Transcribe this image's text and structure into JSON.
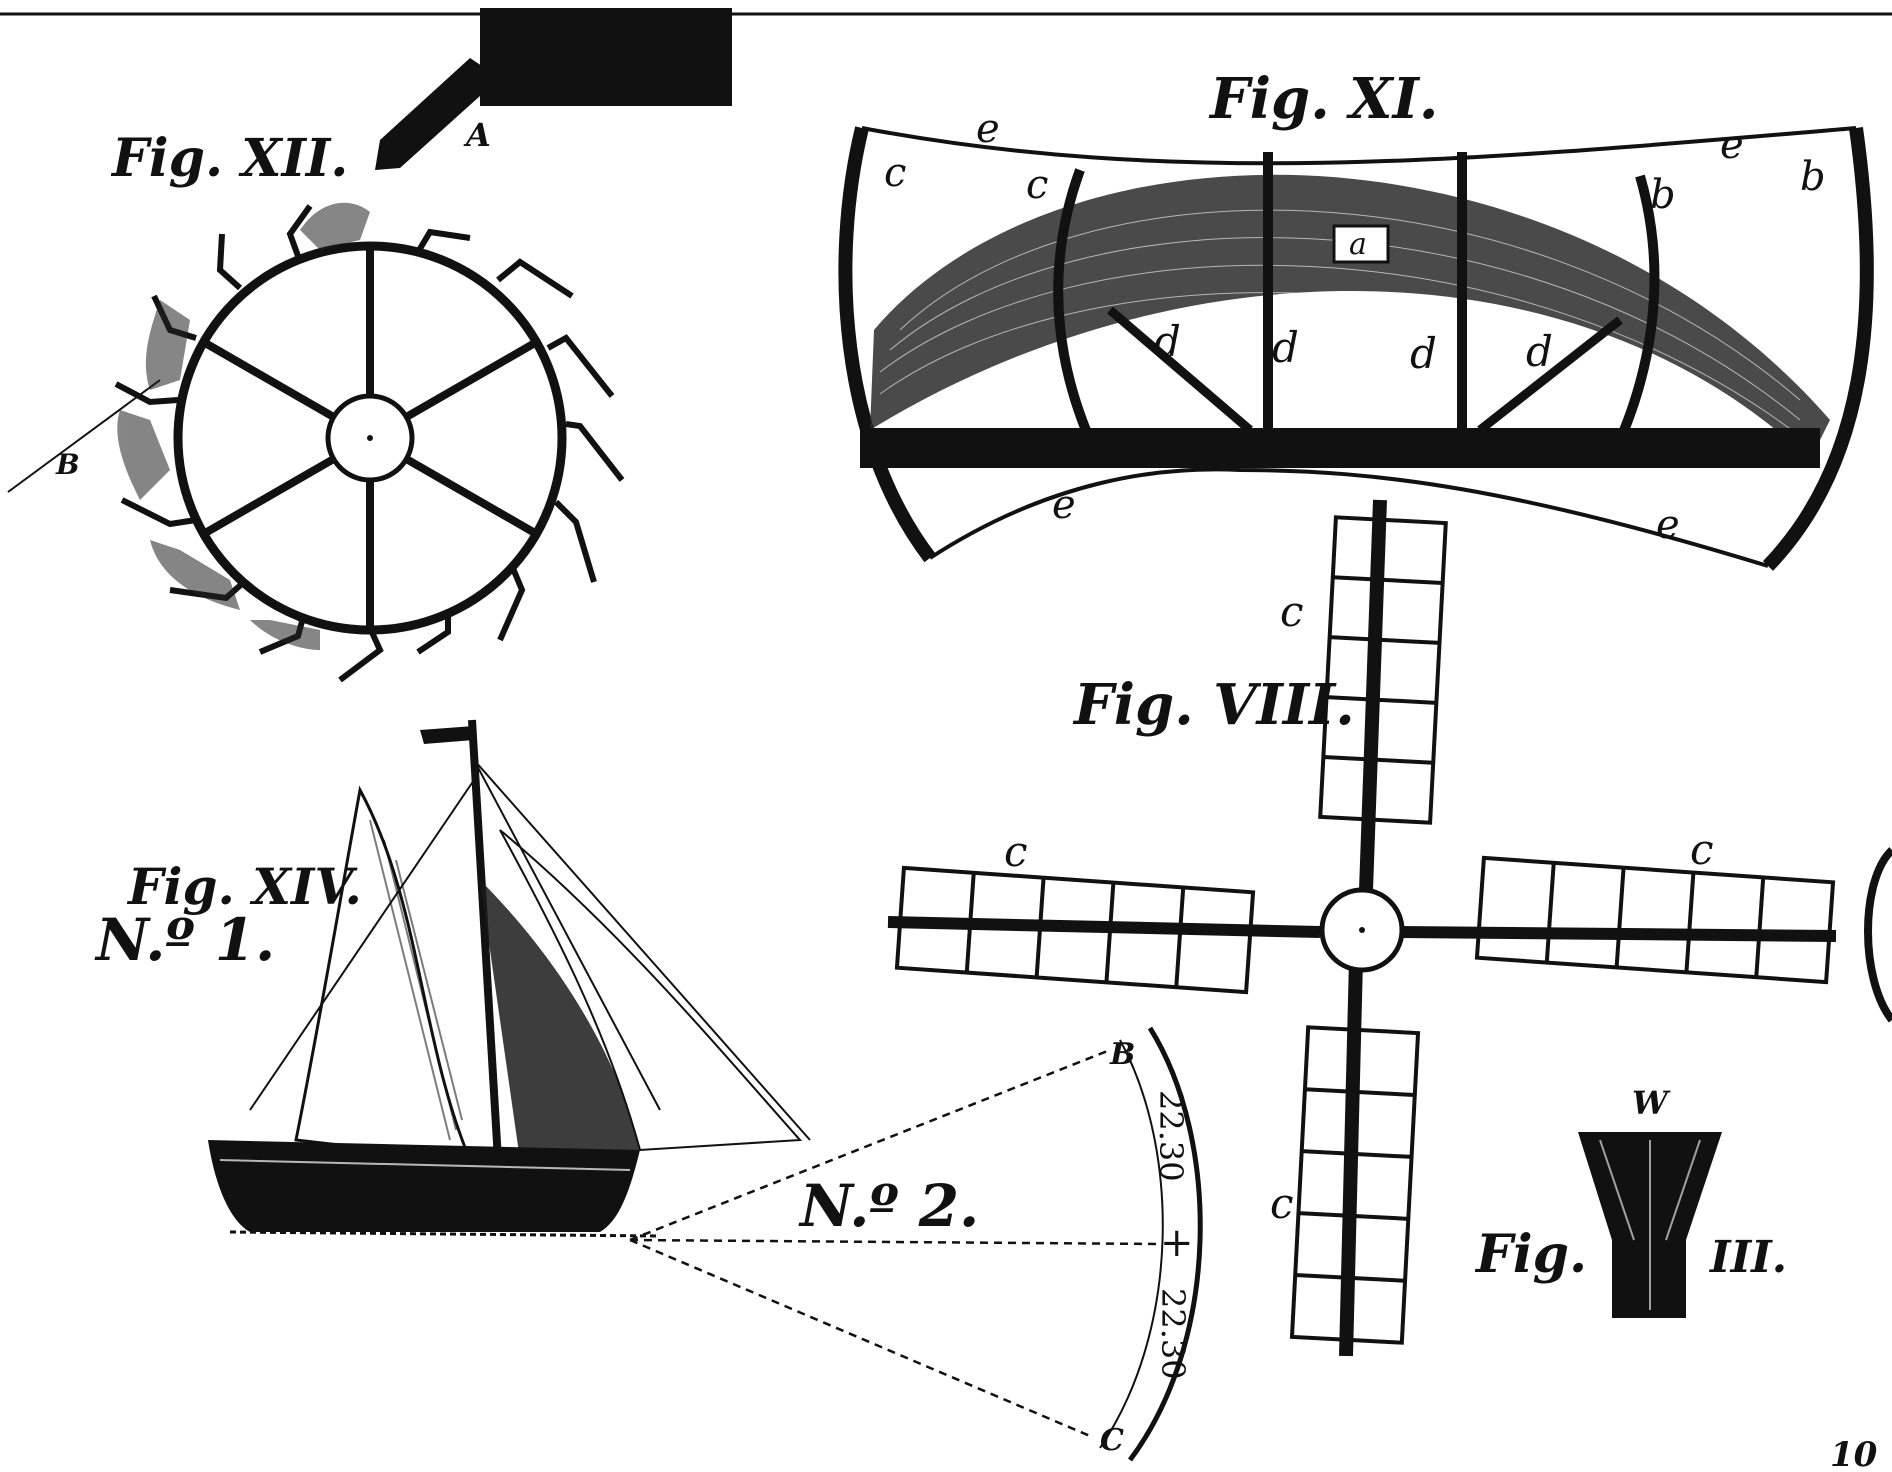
{
  "figures": {
    "fig11": {
      "title": "Fig. XI.",
      "letters": {
        "a": "a",
        "b": "b",
        "c": "c",
        "d": "d",
        "e": "e"
      }
    },
    "fig12": {
      "title": "Fig. XII.",
      "letters": {
        "A": "A",
        "B": "B"
      }
    },
    "fig8": {
      "title": "Fig. VIII.",
      "letters": {
        "c": "c"
      }
    },
    "fig14": {
      "title": "Fig. XIV.",
      "no1": "N.º 1.",
      "no2": "N.º 2.",
      "protractor": {
        "top": "B",
        "bottom": "C",
        "upper_scale": "22.30",
        "mid_mark": "+",
        "lower_scale": "22.30"
      }
    },
    "fig3": {
      "title_left": "Fig.",
      "title_right": "III.",
      "letters": {
        "W": "W"
      }
    }
  },
  "plate_number": "10"
}
